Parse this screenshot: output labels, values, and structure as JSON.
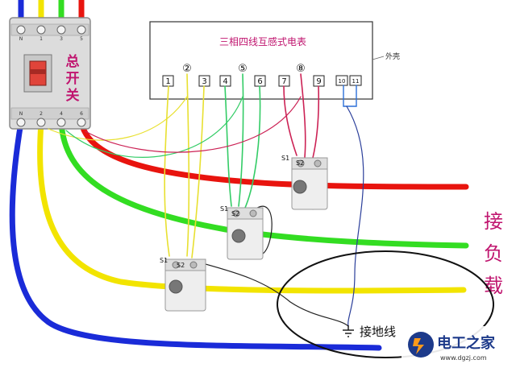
{
  "meter": {
    "title": "三相四线互感式电表",
    "terminals": [
      "1",
      "②",
      "3",
      "4",
      "⑤",
      "6",
      "7",
      "⑧",
      "9",
      "10",
      "11"
    ],
    "shell_label": "外壳"
  },
  "breaker": {
    "label_chars": [
      "总",
      "开",
      "关"
    ],
    "top_terms": [
      "N",
      "1",
      "3",
      "5"
    ],
    "bottom_terms": [
      "N",
      "2",
      "4",
      "6"
    ]
  },
  "ct_labels": {
    "s1": "S1",
    "s2": "S2"
  },
  "load": {
    "chars": [
      "接",
      "负",
      "载"
    ]
  },
  "ground": {
    "label": "接地线"
  },
  "watermark": {
    "name": "电工之家",
    "url": "www.dgzj.com"
  },
  "colors": {
    "phase_a": "#f2e400",
    "phase_b": "#33dd22",
    "phase_c": "#e8140e",
    "neutral": "#1a2bd8",
    "meter_wire_yellow": "#e8e030",
    "meter_wire_green": "#33cc66",
    "meter_wire_red": "#cc2255",
    "label_magenta": "#c0156f"
  }
}
